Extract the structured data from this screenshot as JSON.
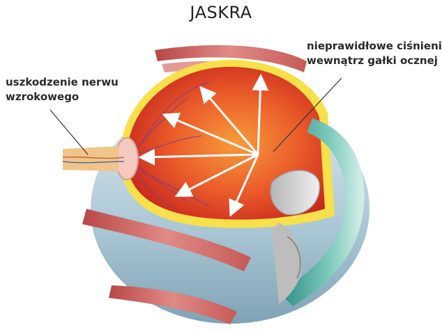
{
  "title": "JASKRA",
  "labels": {
    "optic_nerve_damage": {
      "line1": "uszkodzenie nerwu",
      "line2": "wzrokowego"
    },
    "intraocular_pressure": {
      "line1": "nieprawidłowe ciśnienie",
      "line2": "wewnątrz gałki ocznej"
    }
  },
  "colors": {
    "retina_inner": "#e8462a",
    "retina_outer": "#f6b13a",
    "sclera": "#b9d4e0",
    "muscle": "#c95a5a",
    "lens": "#d9d9d9",
    "cornea": "#3fa89a",
    "nerve": "#f1c48a",
    "arrow": "#ffffff",
    "pointer_line": "#333333"
  }
}
